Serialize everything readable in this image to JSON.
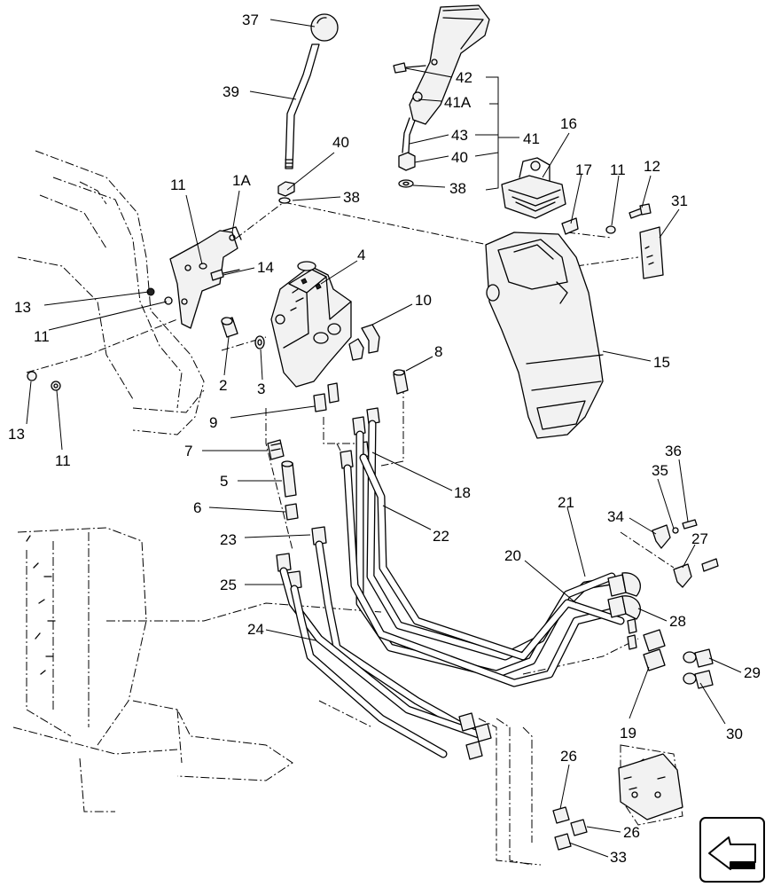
{
  "diagram": {
    "callouts": [
      {
        "id": "c37",
        "text": "37"
      },
      {
        "id": "c39",
        "text": "39"
      },
      {
        "id": "c40a",
        "text": "40"
      },
      {
        "id": "c38a",
        "text": "38"
      },
      {
        "id": "c11a",
        "text": "11"
      },
      {
        "id": "c1A",
        "text": "1A"
      },
      {
        "id": "c14",
        "text": "14"
      },
      {
        "id": "c13a",
        "text": "13"
      },
      {
        "id": "c11b",
        "text": "11"
      },
      {
        "id": "c13b",
        "text": "13"
      },
      {
        "id": "c11c",
        "text": "11"
      },
      {
        "id": "c2",
        "text": "2"
      },
      {
        "id": "c3",
        "text": "3"
      },
      {
        "id": "c4",
        "text": "4"
      },
      {
        "id": "c10",
        "text": "10"
      },
      {
        "id": "c8",
        "text": "8"
      },
      {
        "id": "c9",
        "text": "9"
      },
      {
        "id": "c7",
        "text": "7"
      },
      {
        "id": "c5",
        "text": "5"
      },
      {
        "id": "c6",
        "text": "6"
      },
      {
        "id": "c23",
        "text": "23"
      },
      {
        "id": "c25",
        "text": "25"
      },
      {
        "id": "c24",
        "text": "24"
      },
      {
        "id": "c18",
        "text": "18"
      },
      {
        "id": "c22",
        "text": "22"
      },
      {
        "id": "c42",
        "text": "42"
      },
      {
        "id": "c41A",
        "text": "41A"
      },
      {
        "id": "c43",
        "text": "43"
      },
      {
        "id": "c41",
        "text": "41"
      },
      {
        "id": "c40b",
        "text": "40"
      },
      {
        "id": "c38b",
        "text": "38"
      },
      {
        "id": "c16",
        "text": "16"
      },
      {
        "id": "c17",
        "text": "17"
      },
      {
        "id": "c11d",
        "text": "11"
      },
      {
        "id": "c12",
        "text": "12"
      },
      {
        "id": "c31",
        "text": "31"
      },
      {
        "id": "c15",
        "text": "15"
      },
      {
        "id": "c21",
        "text": "21"
      },
      {
        "id": "c35",
        "text": "35"
      },
      {
        "id": "c36",
        "text": "36"
      },
      {
        "id": "c34",
        "text": "34"
      },
      {
        "id": "c27",
        "text": "27"
      },
      {
        "id": "c20",
        "text": "20"
      },
      {
        "id": "c28",
        "text": "28"
      },
      {
        "id": "c29",
        "text": "29"
      },
      {
        "id": "c19",
        "text": "19"
      },
      {
        "id": "c30",
        "text": "30"
      },
      {
        "id": "c26a",
        "text": "26"
      },
      {
        "id": "c26b",
        "text": "26"
      },
      {
        "id": "c33",
        "text": "33"
      }
    ]
  }
}
